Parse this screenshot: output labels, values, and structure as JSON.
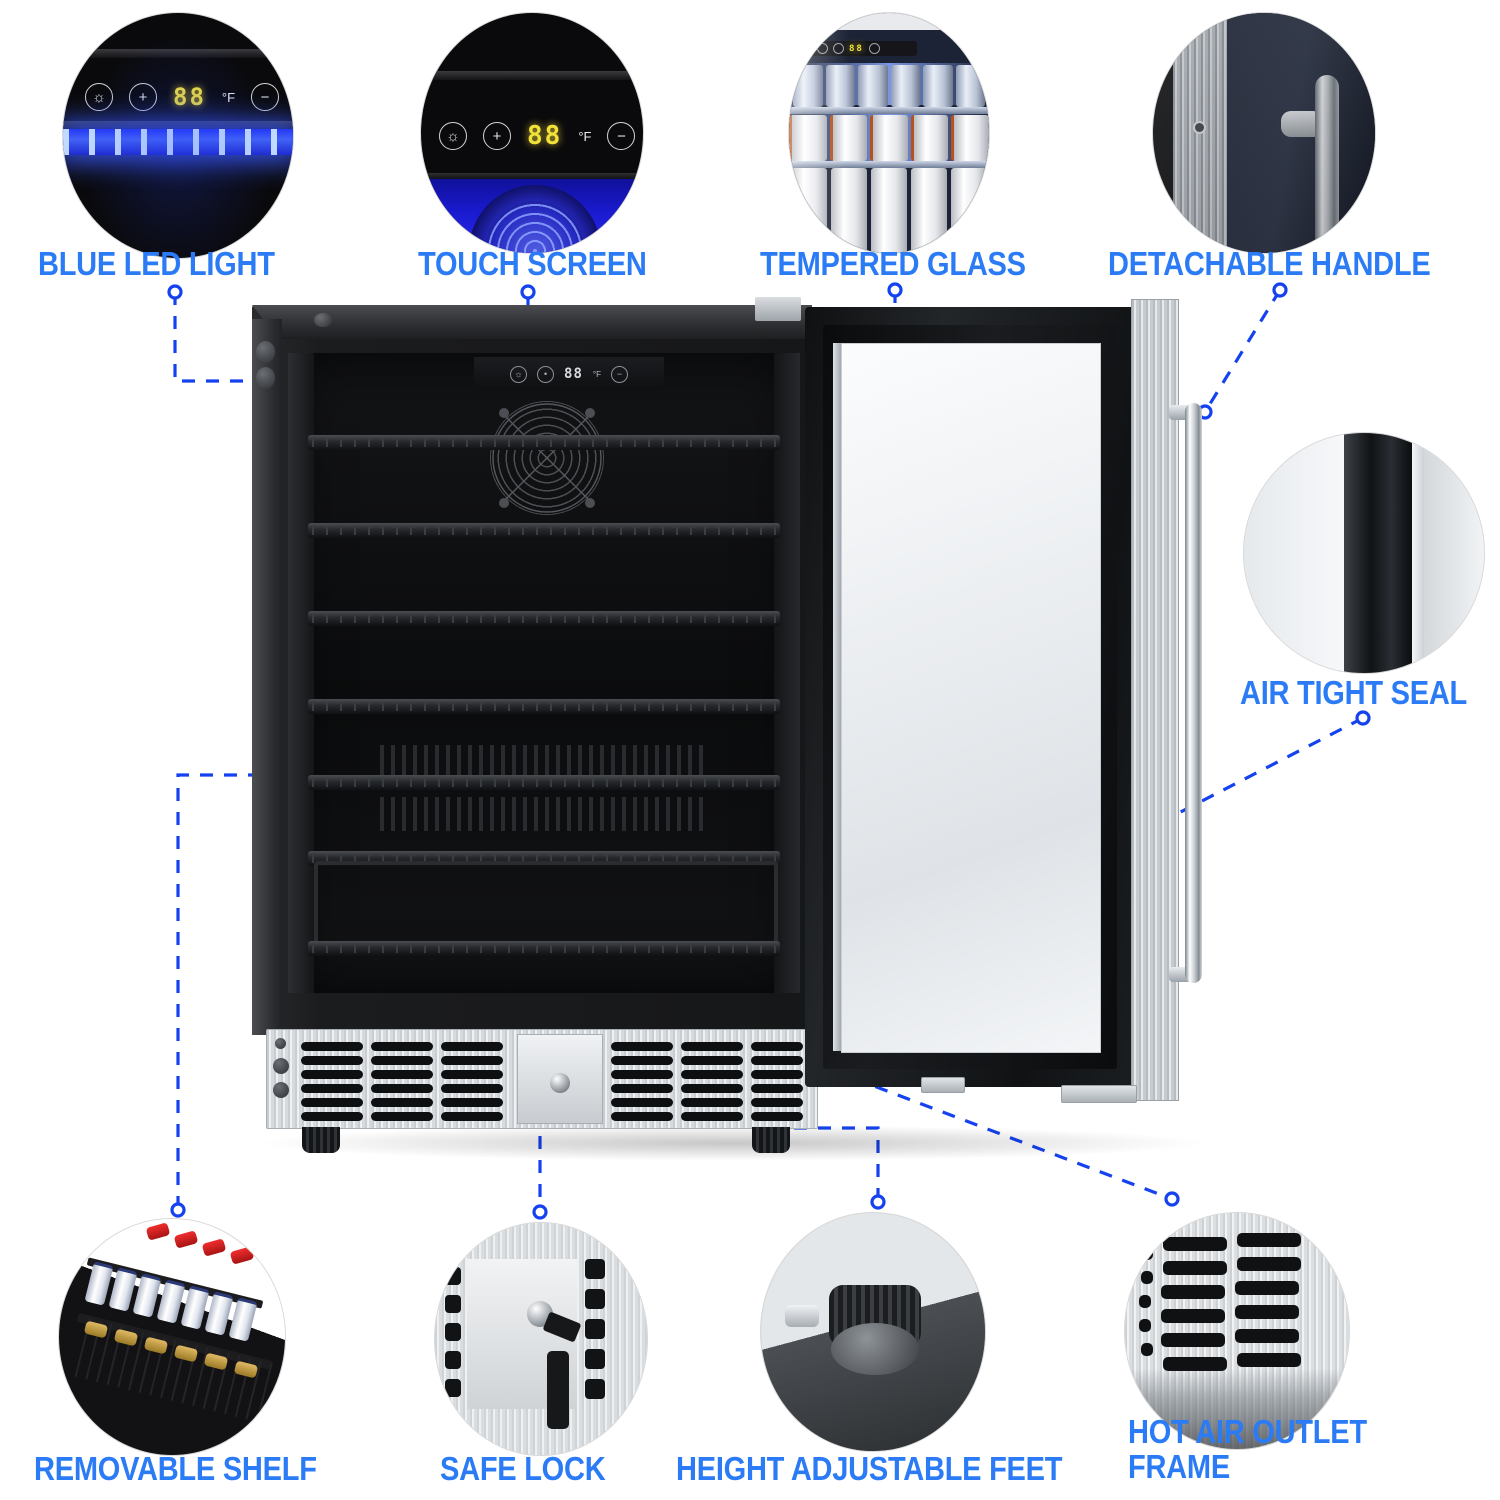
{
  "page": {
    "product": "under-counter beverage refrigerator",
    "accent_color": "#2a7bf5",
    "line_color": "#1542f0",
    "background": "#ffffff"
  },
  "callouts": [
    {
      "id": "blue-led-light",
      "label": "BLUE LED LIGHT",
      "position": "top-left"
    },
    {
      "id": "touch-screen",
      "label": "TOUCH SCREEN",
      "position": "top-center-left"
    },
    {
      "id": "tempered-glass",
      "label": "TEMPERED GLASS",
      "position": "top-center-right"
    },
    {
      "id": "detachable-handle",
      "label": "DETACHABLE HANDLE",
      "position": "top-right"
    },
    {
      "id": "air-tight-seal",
      "label": "AIR TIGHT SEAL",
      "position": "right"
    },
    {
      "id": "removable-shelf",
      "label": "REMOVABLE SHELF",
      "position": "bottom-left"
    },
    {
      "id": "safe-lock",
      "label": "SAFE LOCK",
      "position": "bottom-center-left"
    },
    {
      "id": "height-adjustable-feet",
      "label": "HEIGHT ADJUSTABLE FEET",
      "position": "bottom-center-right"
    },
    {
      "id": "hot-air-outlet-frame",
      "label": "HOT AIR OUTLET\nFRAME",
      "position": "bottom-right"
    }
  ],
  "control_panel": {
    "light_icon": "bulb-icon",
    "plus_icon": "plus-icon",
    "display_value": "88",
    "unit": "°F",
    "minus_icon": "minus-icon"
  },
  "detail_panel": {
    "display_value": "88",
    "unit": "°F"
  },
  "product_parts": {
    "cabinet": "black cabinet",
    "shelves_count": 6,
    "fan": "circulation-fan",
    "door": "tempered glass door",
    "handle": "stainless detachable handle",
    "grille": "stainless hot air outlet grille",
    "lock": "safe lock with key",
    "feet": "height adjustable feet"
  }
}
